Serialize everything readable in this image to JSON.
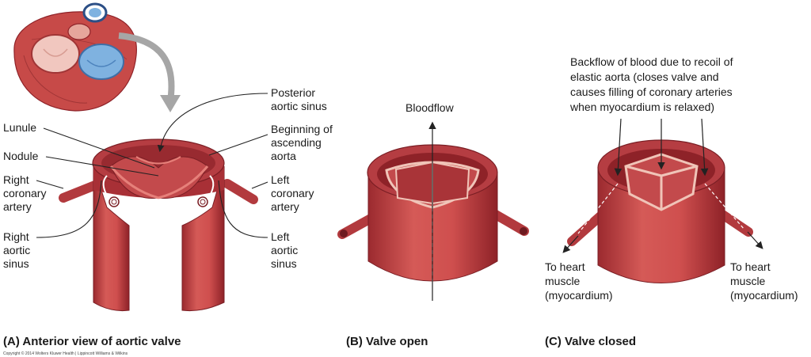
{
  "colors": {
    "vessel": "#c9454a",
    "vessel_dark": "#8e2228",
    "vessel_light": "#e27a74",
    "vein_blue": "#6aa7dc",
    "cusp": "#a93438"
  },
  "panel_a": {
    "caption": "(A) Anterior view of aortic valve",
    "labels": {
      "posterior_sinus": [
        "Posterior",
        "aortic sinus"
      ],
      "lunule": "Lunule",
      "nodule": "Nodule",
      "beginning": [
        "Beginning of",
        "ascending",
        "aorta"
      ],
      "right_coronary": [
        "Right",
        "coronary",
        "artery"
      ],
      "left_coronary": [
        "Left",
        "coronary",
        "artery"
      ],
      "right_sinus": [
        "Right",
        "aortic",
        "sinus"
      ],
      "left_sinus": [
        "Left",
        "aortic",
        "sinus"
      ]
    }
  },
  "panel_b": {
    "caption": "(B) Valve open",
    "bloodflow": "Bloodflow"
  },
  "panel_c": {
    "caption": "(C) Valve closed",
    "backflow": [
      "Backflow of blood due to recoil of",
      "elastic aorta (closes valve and",
      "causes filling of coronary arteries",
      "when myocardium is relaxed)"
    ],
    "to_heart_left": [
      "To heart",
      "muscle",
      "(myocardium)"
    ],
    "to_heart_right": [
      "To heart",
      "muscle",
      "(myocardium)"
    ]
  },
  "copyright": "Copyright © 2014 Wolters Kluwer Health | Lippincott Williams & Wilkins"
}
